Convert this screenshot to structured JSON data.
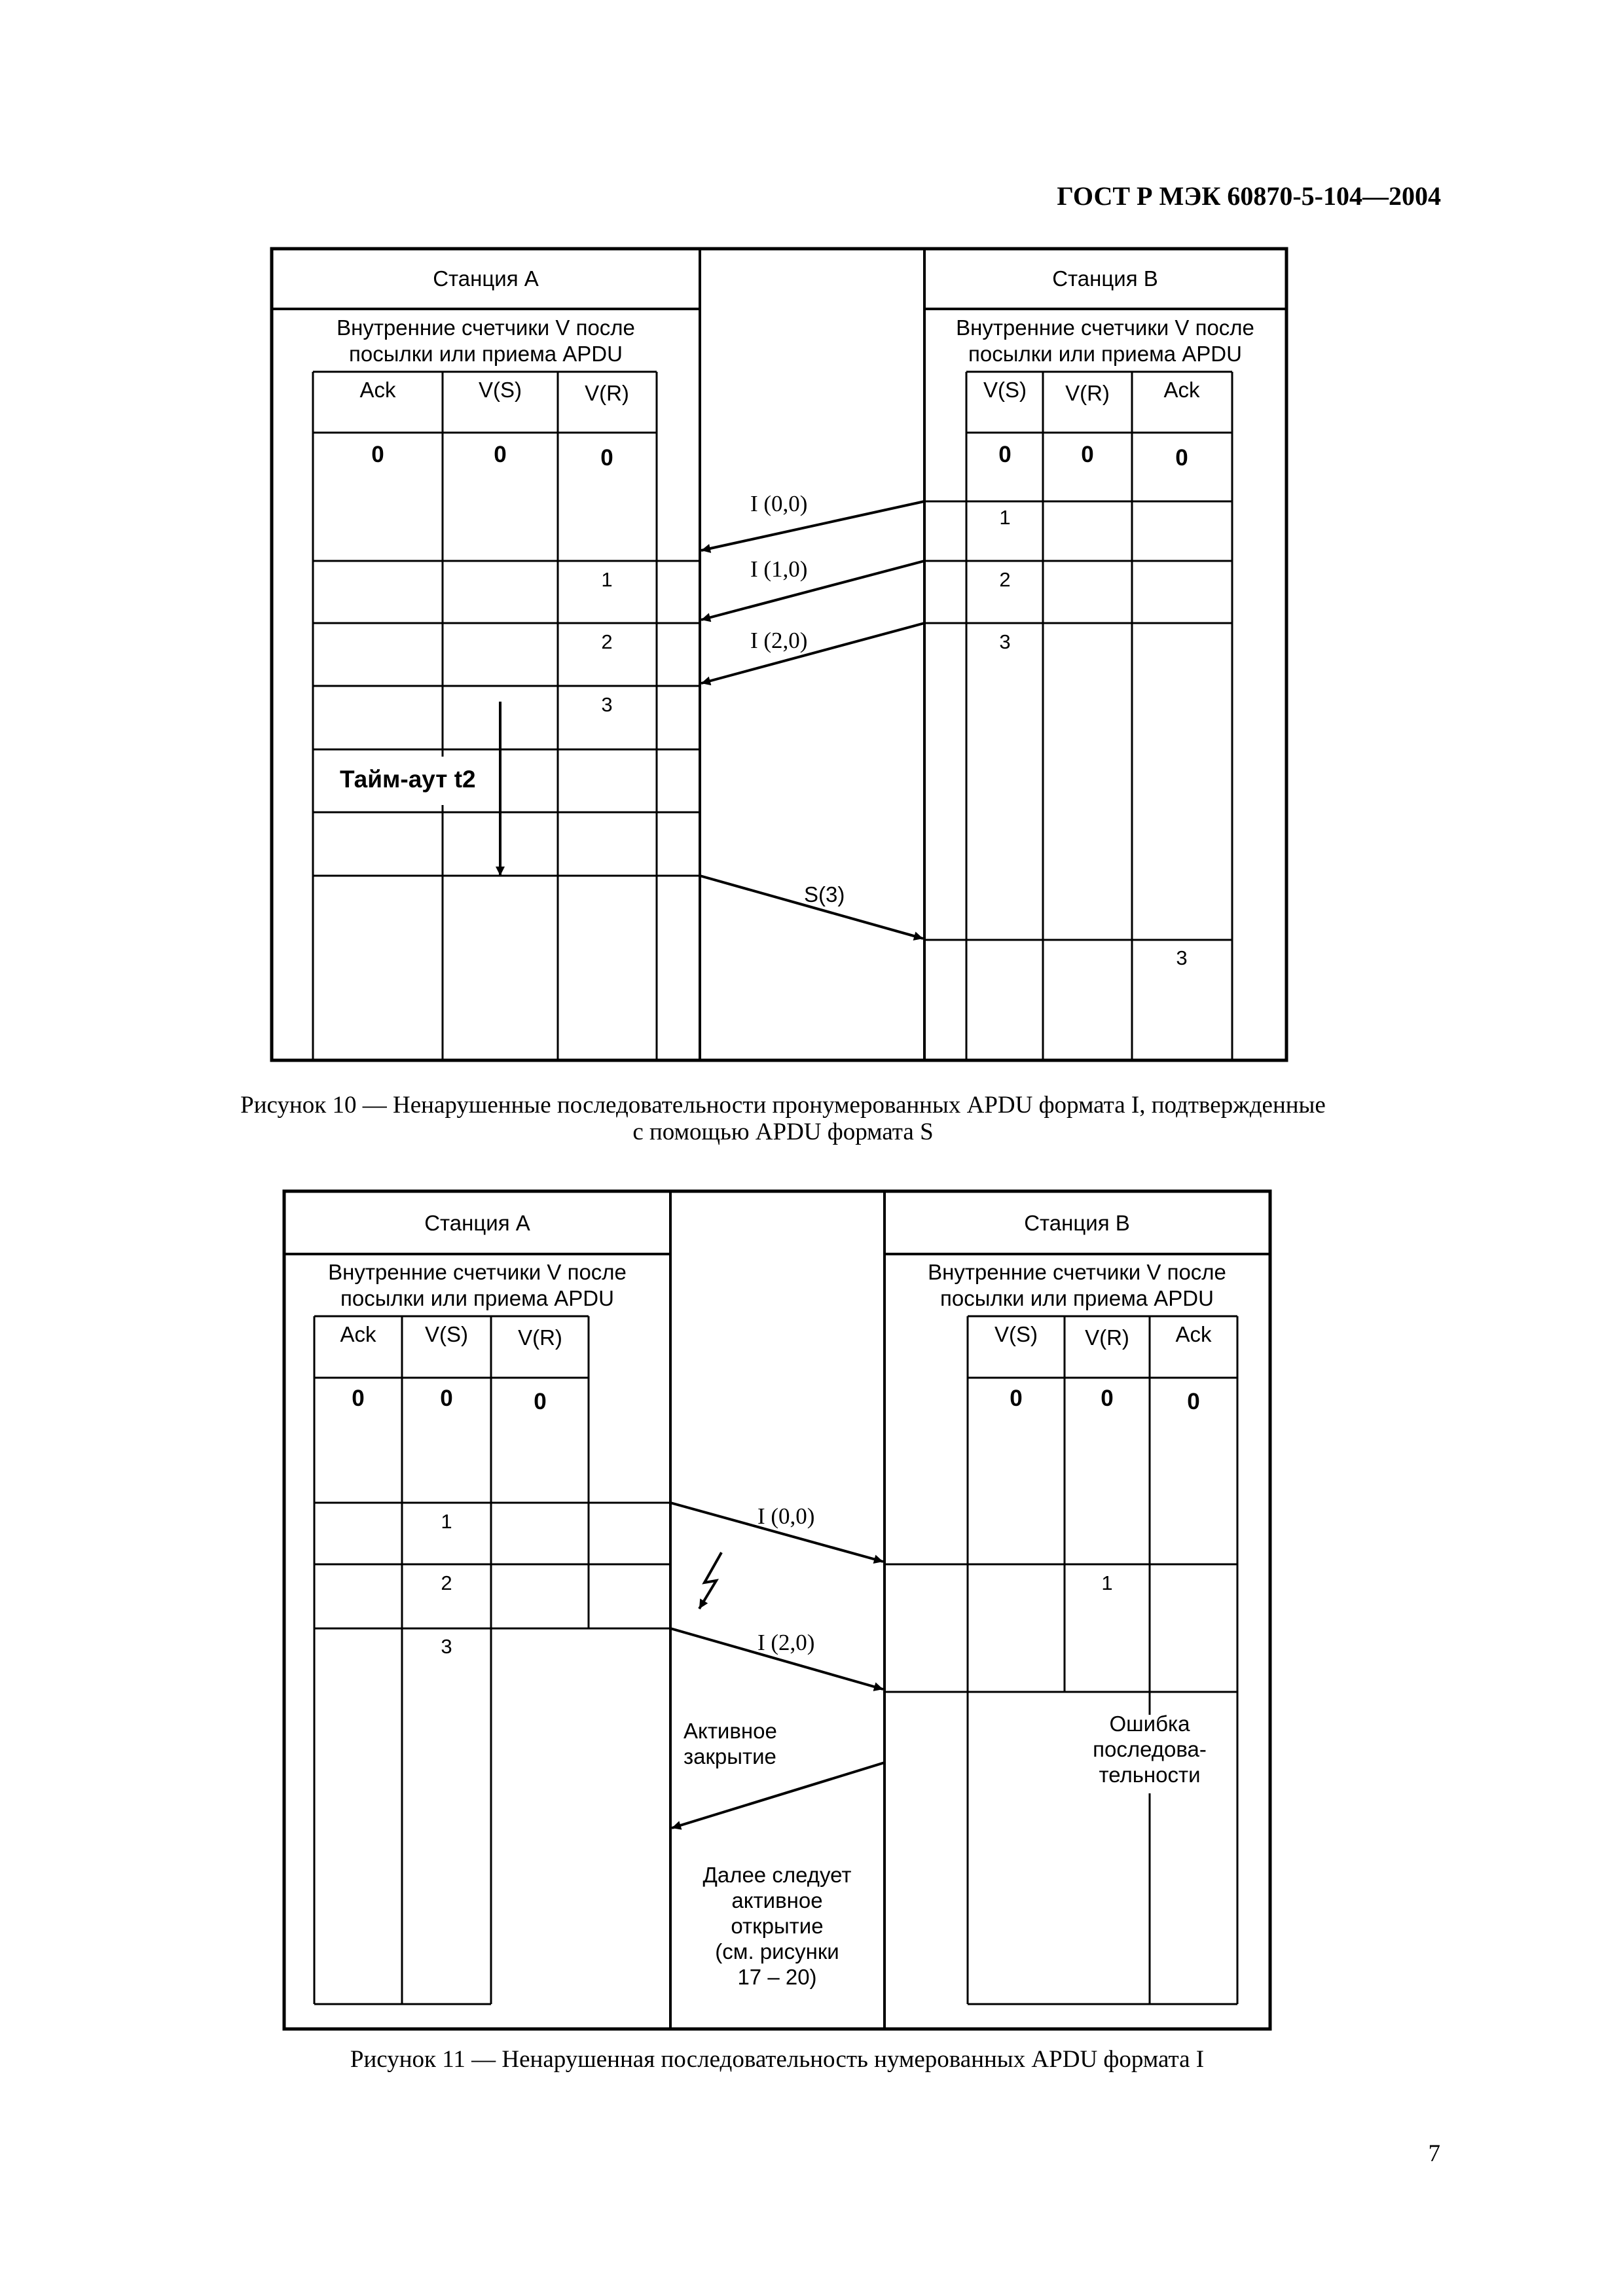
{
  "header": {
    "doc_id": "ГОСТ Р МЭК 60870-5-104—2004"
  },
  "page_number": "7",
  "figure10": {
    "station_a": "Станция А",
    "station_b": "Станция В",
    "counters_line1": "Внутренние счетчики V после",
    "counters_line2": "посылки или приема APDU",
    "col_ack": "Ack",
    "col_vs": "V(S)",
    "col_vr": "V(R)",
    "a_ack0": "0",
    "a_vs0": "0",
    "a_vr0": "0",
    "a_vr1": "1",
    "a_vr2": "2",
    "a_vr3": "3",
    "b_vs0": "0",
    "b_vr0": "0",
    "b_ack0": "0",
    "b_vs1": "1",
    "b_vs2": "2",
    "b_vs3": "3",
    "b_ack3": "3",
    "timeout": "Тайм-аут t2",
    "msg1": "I (0,0)",
    "msg2": "I (1,0)",
    "msg3": "I (2,0)",
    "msg_s": "S(3)",
    "caption_line1": "Рисунок 10 — Ненарушенные последовательности пронумерованных APDU формата I, подтвержденные",
    "caption_line2": "с помощью APDU формата S"
  },
  "figure11": {
    "station_a": "Станция А",
    "station_b": "Станция В",
    "counters_line1": "Внутренние счетчики V после",
    "counters_line2": "посылки или приема APDU",
    "col_ack": "Ack",
    "col_vs": "V(S)",
    "col_vr": "V(R)",
    "a_ack0": "0",
    "a_vs0": "0",
    "a_vr0": "0",
    "a_vs1": "1",
    "a_vs2": "2",
    "a_vs3": "3",
    "b_vs0": "0",
    "b_vr0": "0",
    "b_ack0": "0",
    "b_vr1": "1",
    "msg1": "I (0,0)",
    "msg2": "I (2,0)",
    "active_close_1": "Активное",
    "active_close_2": "закрытие",
    "error_1": "Ошибка",
    "error_2": "последова-",
    "error_3": "тельности",
    "followup_1": "Далее следует",
    "followup_2": "активное",
    "followup_3": "открытие",
    "followup_4": "(см. рисунки",
    "followup_5": "17 – 20)",
    "caption": "Рисунок 11 — Ненарушенная последовательность нумерованных APDU формата I"
  }
}
